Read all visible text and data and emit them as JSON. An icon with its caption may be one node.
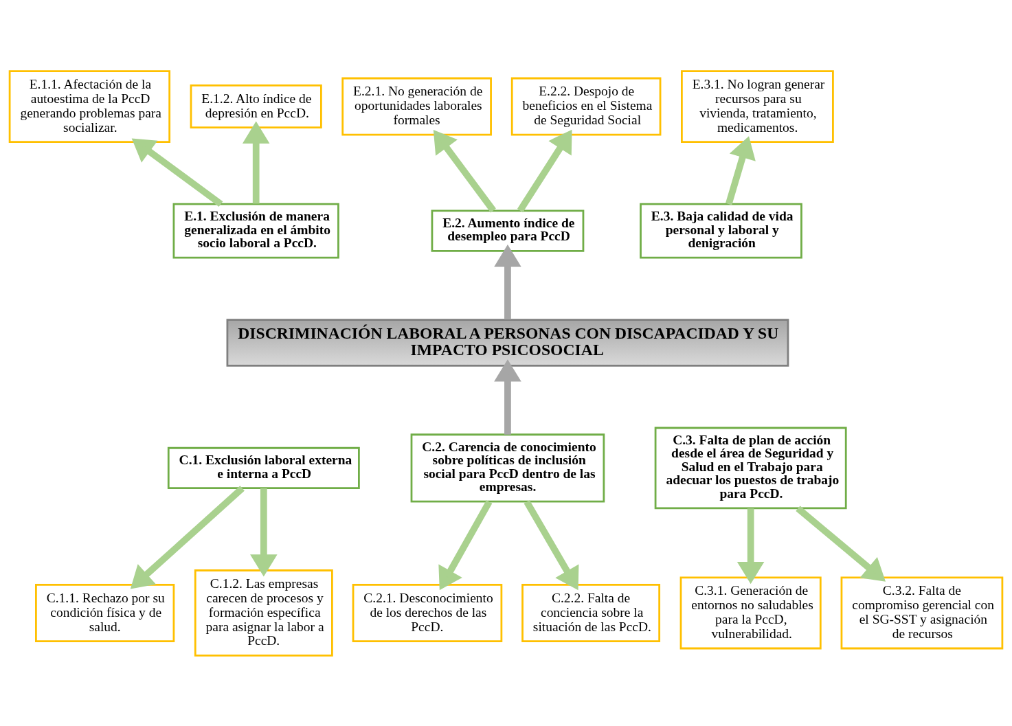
{
  "diagram": {
    "nodes": [
      {
        "text": [
          "E.1.1. Afectación de la autoestima de la PccD generando problemas para socializar."
        ]
      },
      {
        "text": [
          "E.1.2. Alto índice de depresión en PccD."
        ]
      },
      {
        "text": [
          "E.2.1. No generación de oportunidades laborales formales"
        ]
      },
      {
        "text": [
          "E.2.2. Despojo de beneficios en el Sistema de Seguridad Social"
        ]
      },
      {
        "text": [
          "E.3.1. No logran generar recursos para su vivienda, tratamiento, medicamentos."
        ]
      },
      {
        "text": [
          "E.1. Exclusión de manera generalizada en el ámbito socio laboral a PccD."
        ]
      },
      {
        "text": [
          "E.2. Aumento índice de desempleo para PccD"
        ]
      },
      {
        "text": [
          "E.3. Baja calidad de vida personal y laboral y denigración"
        ]
      },
      {
        "text": [
          "DISCRIMINACIÓN LABORAL A PERSONAS CON DISCAPACIDAD Y SU IMPACTO PSICOSOCIAL"
        ]
      },
      {
        "text": [
          "C.1. Exclusión laboral externa e interna a PccD"
        ]
      },
      {
        "text": [
          "C.2. Carencia de conocimiento sobre políticas de inclusión social para PccD dentro de las empresas."
        ]
      },
      {
        "text": [
          "C.3. Falta de plan de acción desde el área de Seguridad y Salud en el Trabajo para adecuar los puestos de trabajo para PccD."
        ]
      },
      {
        "text": [
          "C.1.1. Rechazo por su condición física y de salud."
        ]
      },
      {
        "text": [
          "C.1.2. Las empresas carecen de procesos y formación específica para asignar la labor a PccD."
        ]
      },
      {
        "text": [
          "C.2.1. Desconocimiento de los derechos de las PccD."
        ]
      },
      {
        "text": [
          "C.2.2. Falta de conciencia sobre la situación de las PccD."
        ]
      },
      {
        "text": [
          "C.3.1. Generación de entornos no saludables para la PccD, vulnerabilidad."
        ]
      },
      {
        "text": [
          "C.3.2. Falta de compromiso gerencial con el SG-SST y asignación de recursos"
        ]
      }
    ],
    "edges": [
      {
        "from": 5,
        "to": 0,
        "arrow": "to"
      },
      {
        "from": 5,
        "to": 1,
        "arrow": "to"
      },
      {
        "from": 6,
        "to": 2,
        "arrow": "to"
      },
      {
        "from": 6,
        "to": 3,
        "arrow": "to"
      },
      {
        "from": 7,
        "to": 4,
        "arrow": "to"
      },
      {
        "from": 8,
        "to": 6,
        "arrow": "to",
        "color": "#a6a6a6"
      },
      {
        "from": 10,
        "to": 8,
        "arrow": "to",
        "color": "#a6a6a6"
      },
      {
        "from": 9,
        "to": 12,
        "arrow": "to"
      },
      {
        "from": 9,
        "to": 13,
        "arrow": "to"
      },
      {
        "from": 10,
        "to": 14,
        "arrow": "to"
      },
      {
        "from": 10,
        "to": 15,
        "arrow": "to"
      },
      {
        "from": 11,
        "to": 16,
        "arrow": "to"
      },
      {
        "from": 11,
        "to": 17,
        "arrow": "to"
      }
    ]
  }
}
